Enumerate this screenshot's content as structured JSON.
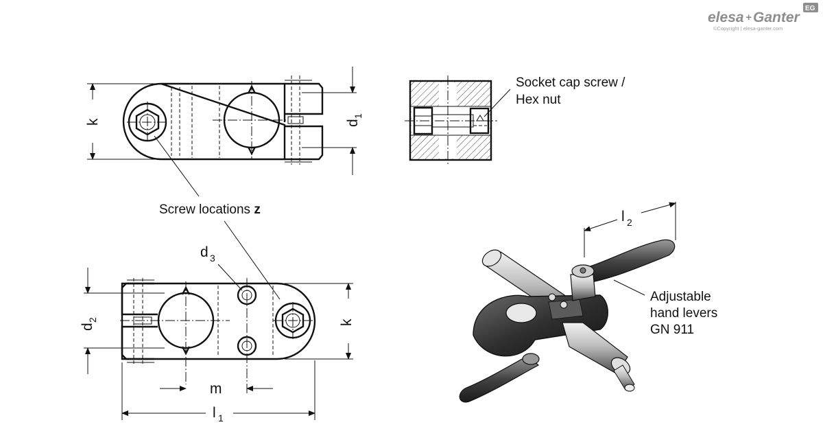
{
  "brand": {
    "logo_left": "elesa",
    "logo_plus": "+",
    "logo_right": "Ganter",
    "badge": "EG",
    "copyright": "©Copyright | elesa-ganter.com"
  },
  "labels": {
    "socket_line1": "Socket cap screw /",
    "socket_line2": "Hex nut",
    "screw_locations": "Screw locations",
    "screw_locations_symbol": "z",
    "adjustable_line1": "Adjustable",
    "adjustable_line2": "hand levers",
    "adjustable_line3": "GN 911"
  },
  "dimensions": {
    "k_top": "k",
    "d1_main": "d",
    "d1_sub": "1",
    "d2_main": "d",
    "d2_sub": "2",
    "d3_main": "d",
    "d3_sub": "3",
    "k_bottom": "k",
    "m": "m",
    "l1_main": "l",
    "l1_sub": "1",
    "l2_main": "l",
    "l2_sub": "2"
  },
  "colors": {
    "line": "#111111",
    "logo": "#8e8e8e",
    "body_fill": "#3a3a3a",
    "highlight": "#d9d9d9"
  }
}
